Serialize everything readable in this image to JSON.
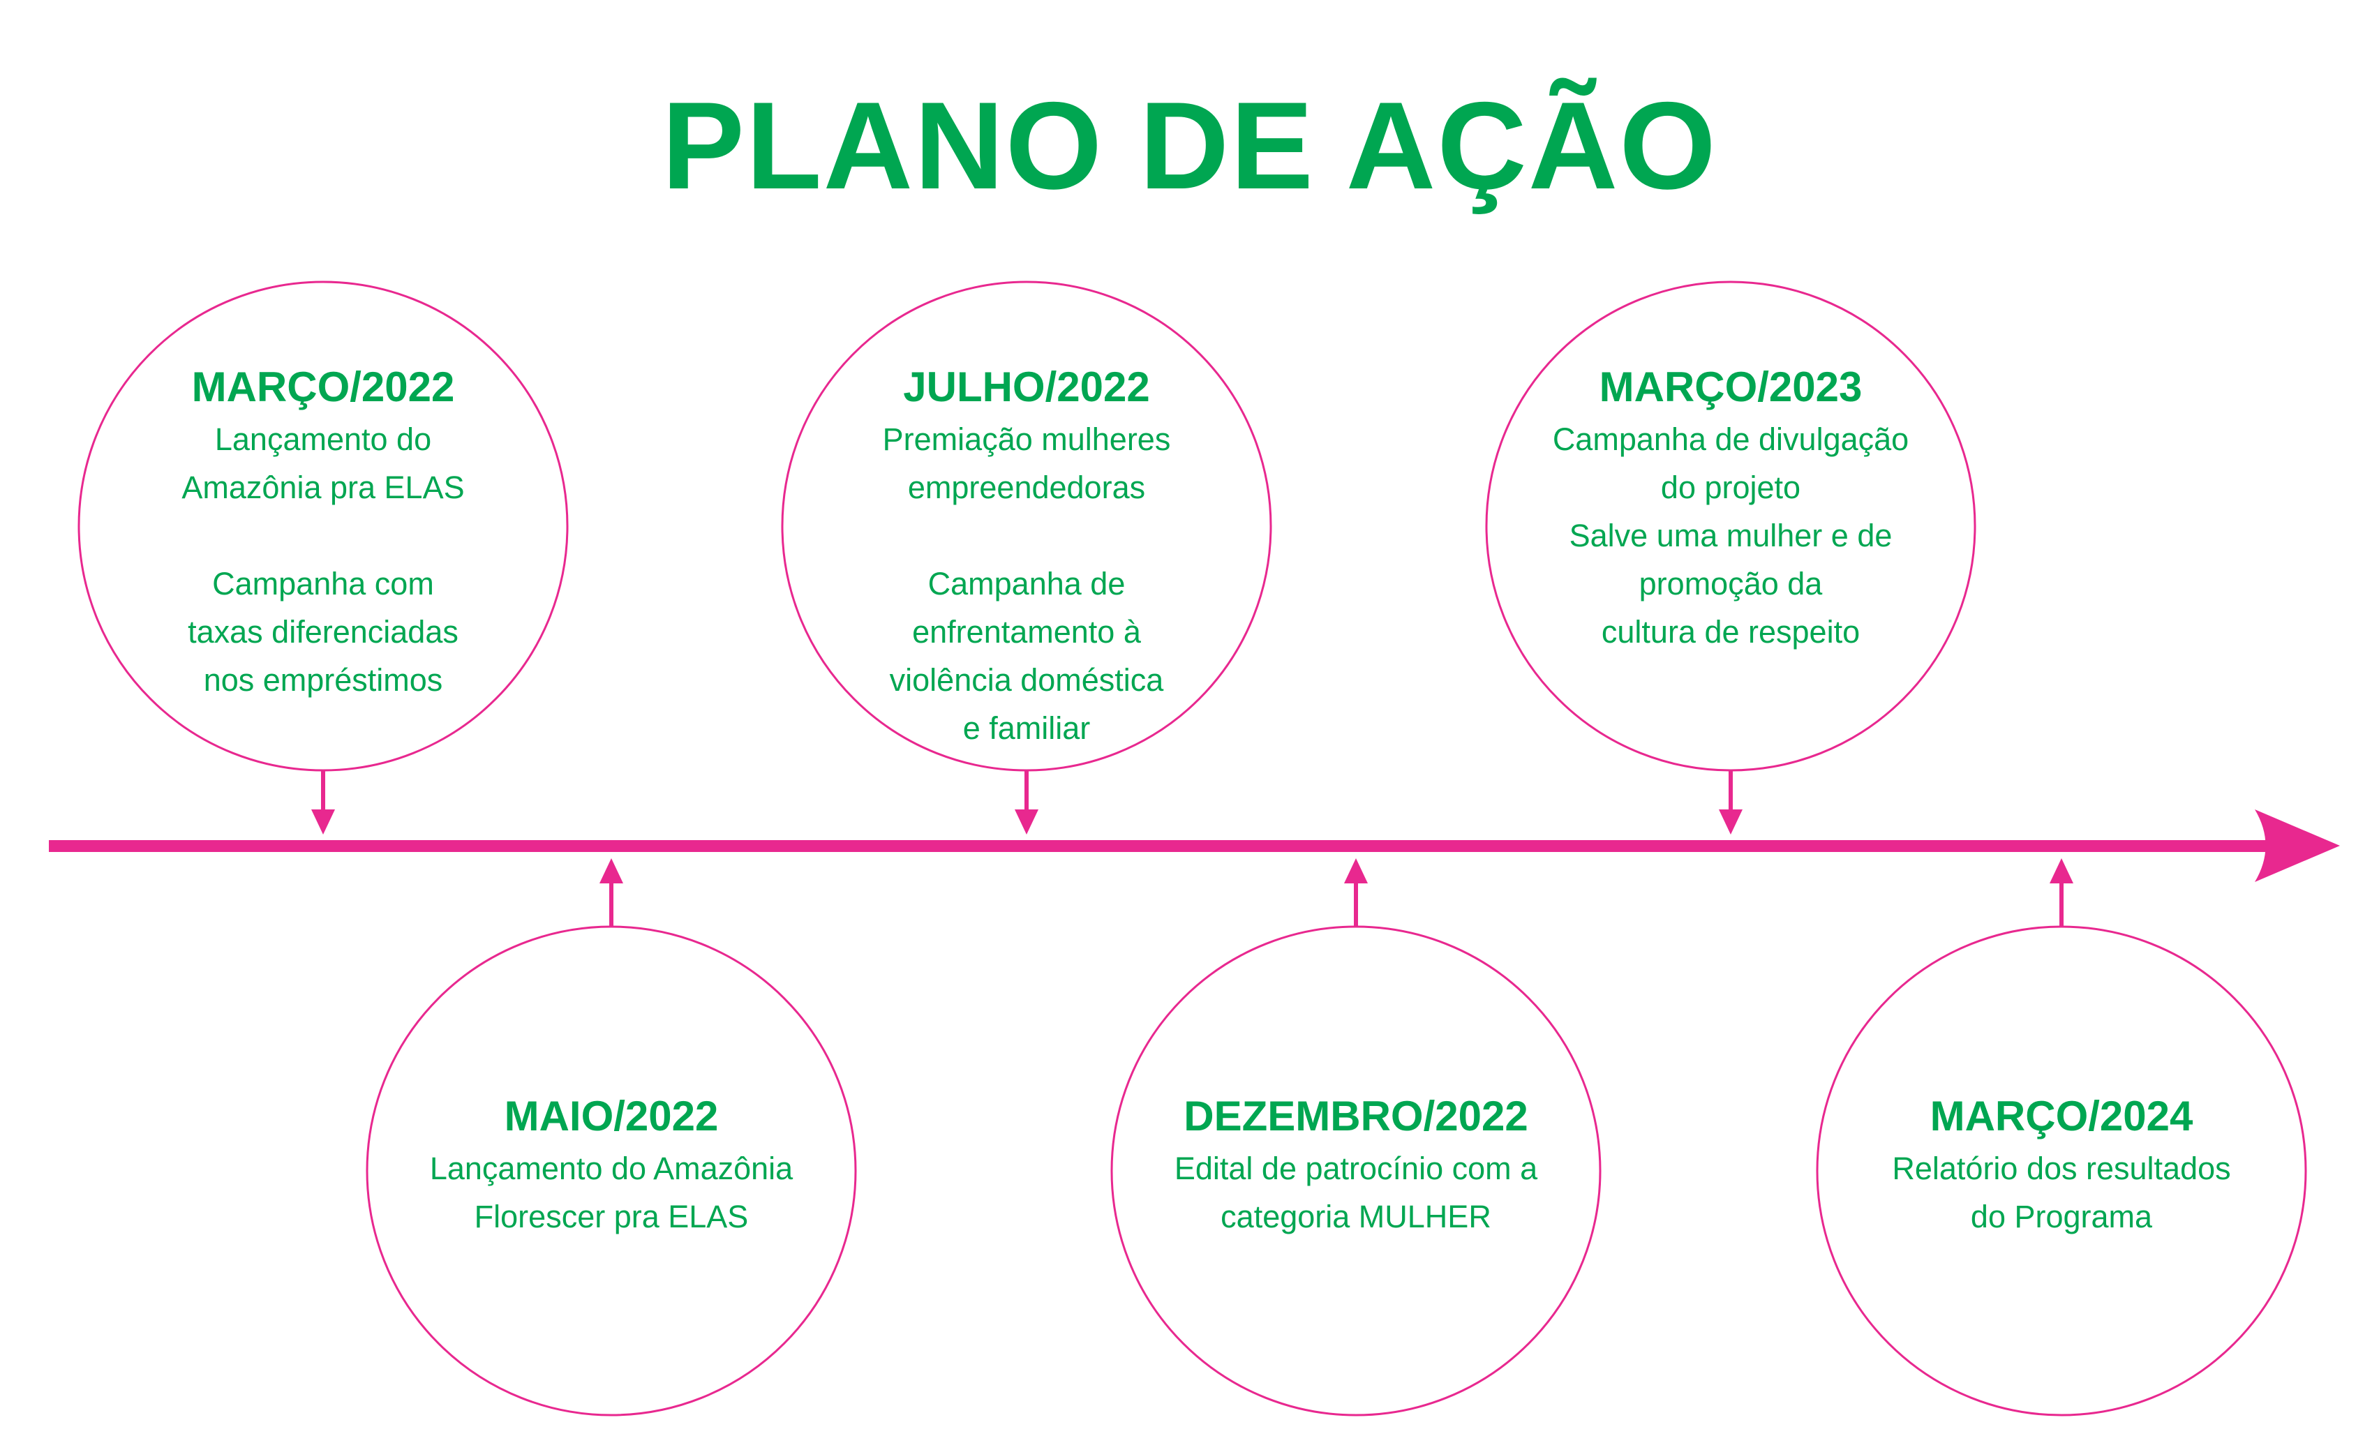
{
  "title": "PLANO DE AÇÃO",
  "colors": {
    "accent_green": "#00a651",
    "timeline_pink": "#e8288f"
  },
  "milestones": [
    {
      "date": "MARÇO/2022",
      "lines": [
        "Lançamento do",
        "Amazônia pra ELAS",
        "",
        "Campanha com",
        "taxas diferenciadas",
        "nos empréstimos"
      ]
    },
    {
      "date": "MAIO/2022",
      "lines": [
        "Lançamento do Amazônia",
        "Florescer pra ELAS"
      ]
    },
    {
      "date": "JULHO/2022",
      "lines": [
        "Premiação mulheres",
        "empreendedoras",
        "",
        "Campanha de",
        "enfrentamento à",
        "violência doméstica",
        "e familiar"
      ]
    },
    {
      "date": "DEZEMBRO/2022",
      "lines": [
        "Edital de patrocínio com a",
        "categoria MULHER"
      ]
    },
    {
      "date": "MARÇO/2023",
      "lines": [
        "Campanha de divulgação",
        "do projeto",
        "Salve uma mulher e de",
        "promoção da",
        "cultura de respeito"
      ]
    },
    {
      "date": "MARÇO/2024",
      "lines": [
        "Relatório dos resultados",
        "do Programa"
      ]
    }
  ]
}
